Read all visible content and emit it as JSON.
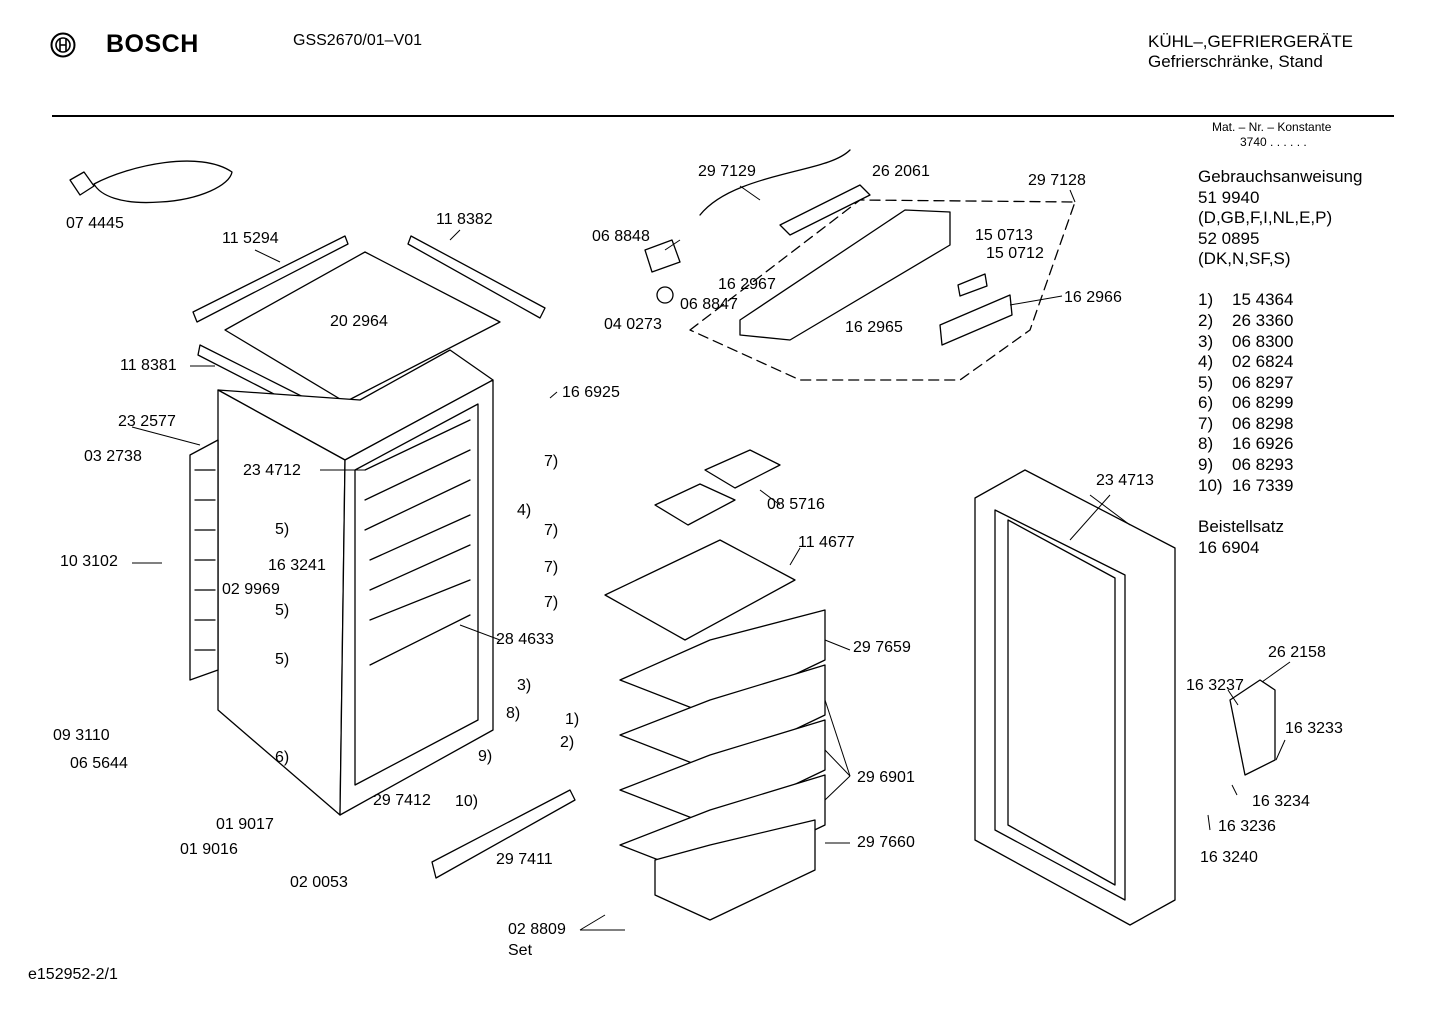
{
  "header": {
    "brand": "BOSCH",
    "model": "GSS2670/01–V01",
    "category_line1": "KÜHL–,GEFRIERGERÄTE",
    "category_line2": "Gefrierschränke, Stand"
  },
  "mat_label": "Mat. – Nr. – Konstante",
  "mat_value": "3740  .  .  .  .  .  .",
  "side_list": [
    "Gebrauchsanweisung",
    "51 9940",
    "(D,GB,F,I,NL,E,P)",
    "52 0895",
    "(DK,N,SF,S)",
    "",
    "1)    15 4364",
    "2)    26 3360",
    "3)    06 8300",
    "4)    02 6824",
    "5)    06 8297",
    "6)    06 8299",
    "7)    06 8298",
    "8)    16 6926",
    "9)    06 8293",
    "10)  16 7339",
    "",
    "Beistellsatz",
    "16 6904"
  ],
  "footer_id": "e152952-2/1",
  "callouts": [
    {
      "id": "c1",
      "text": "07 4445"
    },
    {
      "id": "c2",
      "text": "11 5294"
    },
    {
      "id": "c3",
      "text": "11 8382"
    },
    {
      "id": "c4",
      "text": "20 2964"
    },
    {
      "id": "c5",
      "text": "11 8381"
    },
    {
      "id": "c6",
      "text": "23 2577"
    },
    {
      "id": "c7",
      "text": "03 2738"
    },
    {
      "id": "c8",
      "text": "23 4712"
    },
    {
      "id": "c9",
      "text": "10 3102"
    },
    {
      "id": "c10",
      "text": "16 3241"
    },
    {
      "id": "c11",
      "text": "02 9969"
    },
    {
      "id": "c12",
      "text": "09 3110"
    },
    {
      "id": "c13",
      "text": "06 5644"
    },
    {
      "id": "c14",
      "text": "01 9017"
    },
    {
      "id": "c15",
      "text": "01 9016"
    },
    {
      "id": "c16",
      "text": "02 0053"
    },
    {
      "id": "c17",
      "text": "29 7412"
    },
    {
      "id": "c18",
      "text": "29 7411"
    },
    {
      "id": "c19",
      "text": "28 4633"
    },
    {
      "id": "c20",
      "text": "16 6925"
    },
    {
      "id": "c21",
      "text": "29 7129"
    },
    {
      "id": "c22",
      "text": "26 2061"
    },
    {
      "id": "c23",
      "text": "29 7128"
    },
    {
      "id": "c24",
      "text": "06 8848"
    },
    {
      "id": "c25",
      "text": "16 2967"
    },
    {
      "id": "c26",
      "text": "06 8847"
    },
    {
      "id": "c27",
      "text": "04 0273"
    },
    {
      "id": "c28",
      "text": "15 0713"
    },
    {
      "id": "c29",
      "text": "15 0712"
    },
    {
      "id": "c30",
      "text": "16 2966"
    },
    {
      "id": "c31",
      "text": "16 2965"
    },
    {
      "id": "c32",
      "text": "08 5716"
    },
    {
      "id": "c33",
      "text": "11 4677"
    },
    {
      "id": "c34",
      "text": "29 7659"
    },
    {
      "id": "c35",
      "text": "29 6901"
    },
    {
      "id": "c36",
      "text": "29 7660"
    },
    {
      "id": "c37",
      "text": "02 8809"
    },
    {
      "id": "c38",
      "text": "Set"
    },
    {
      "id": "c39",
      "text": "23 4713"
    },
    {
      "id": "c40",
      "text": "26 2158"
    },
    {
      "id": "c41",
      "text": "16 3237"
    },
    {
      "id": "c42",
      "text": "16 3233"
    },
    {
      "id": "c43",
      "text": "16 3234"
    },
    {
      "id": "c44",
      "text": "16 3236"
    },
    {
      "id": "c45",
      "text": "16 3240"
    },
    {
      "id": "r1",
      "text": "7)"
    },
    {
      "id": "r2",
      "text": "4)"
    },
    {
      "id": "r3",
      "text": "7)"
    },
    {
      "id": "r4",
      "text": "7)"
    },
    {
      "id": "r5",
      "text": "7)"
    },
    {
      "id": "r6",
      "text": "5)"
    },
    {
      "id": "r7",
      "text": "5)"
    },
    {
      "id": "r8",
      "text": "5)"
    },
    {
      "id": "r9",
      "text": "3)"
    },
    {
      "id": "r10",
      "text": "8)"
    },
    {
      "id": "r11",
      "text": "1)"
    },
    {
      "id": "r12",
      "text": "2)"
    },
    {
      "id": "r13",
      "text": "6)"
    },
    {
      "id": "r14",
      "text": "9)"
    },
    {
      "id": "r15",
      "text": "10)"
    }
  ]
}
